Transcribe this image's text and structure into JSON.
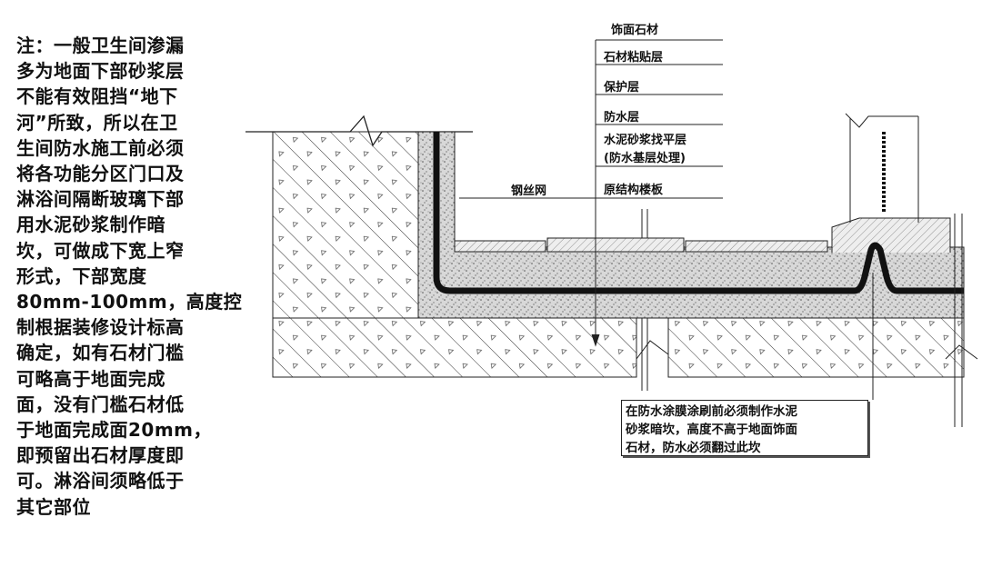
{
  "note": {
    "lines": [
      "注：一般卫生间渗漏",
      "多为地面下部砂浆层",
      "不能有效阻挡“地下",
      "河”所致，所以在卫",
      "生间防水施工前必须",
      "将各功能分区门口及",
      "淋浴间隔断玻璃下部",
      "用水泥砂浆制作暗",
      "坎，可做成下宽上窄",
      "形式，下部宽度",
      "80mm-100mm，高度控",
      "制根据装修设计标高",
      "确定，如有石材门槛",
      "可略高于地面完成",
      "面，没有门槛石材低",
      "于地面完成面20mm，",
      "即预留出石材厚度即",
      "可。淋浴间须略低于",
      "其它部位"
    ]
  },
  "layers": {
    "finish_stone": "饰面石材",
    "stone_adhesive": "石材粘贴层",
    "protection": "保护层",
    "waterproof": "防水层",
    "leveling": "水泥砂浆找平层",
    "leveling_note": "(防水基层处理)",
    "slab": "原结构楼板"
  },
  "wire_mesh": "钢丝网",
  "callout": {
    "lines": [
      "在防水涂膜涂刷前必须制作水泥",
      "砂浆暗坎，高度不高于地面饰面",
      "石材，防水必须翻过此坎"
    ]
  }
}
